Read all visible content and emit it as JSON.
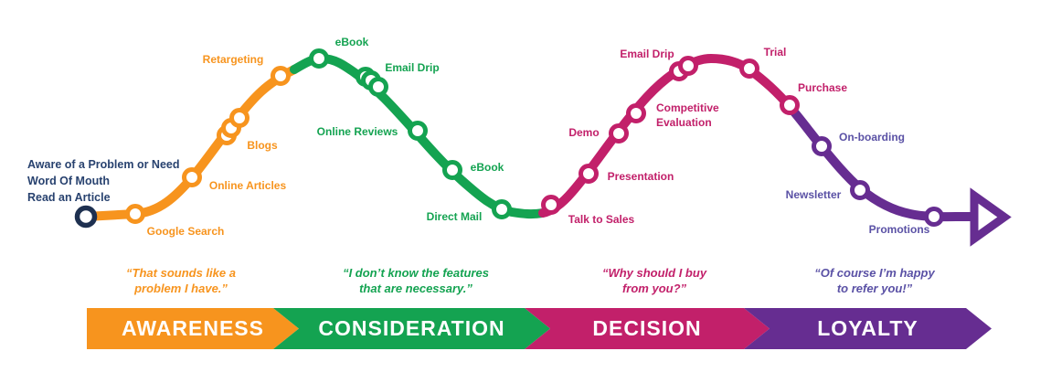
{
  "colors": {
    "awareness": "#F7941E",
    "consideration": "#14A351",
    "decision": "#C2206A",
    "loyalty": "#662D91",
    "loyalty_label": "#5A51A5",
    "start_navy": "#1E3050"
  },
  "start_annotation": {
    "lines": [
      "Aware of a Problem or Need",
      "Word Of Mouth",
      "Read an Article"
    ]
  },
  "stages": [
    {
      "name": "AWARENESS",
      "quote": "“That sounds like a\nproblem I have.”",
      "touchpoints": [
        "Google Search",
        "Online Articles",
        "Blogs",
        "Retargeting"
      ]
    },
    {
      "name": "CONSIDERATION",
      "quote": "“I don’t know the features\nthat are necessary.”",
      "touchpoints": [
        "eBook",
        "Email Drip",
        "Online Reviews",
        "eBook",
        "Direct Mail"
      ]
    },
    {
      "name": "DECISION",
      "quote": "“Why should I buy\nfrom you?”",
      "touchpoints": [
        "Talk to Sales",
        "Presentation",
        "Demo",
        "Competitive Evaluation",
        "Email Drip",
        "Trial",
        "Purchase"
      ]
    },
    {
      "name": "LOYALTY",
      "quote": "“Of course I’m happy\nto refer you!”",
      "touchpoints": [
        "On-boarding",
        "Newsletter",
        "Promotions"
      ]
    }
  ]
}
